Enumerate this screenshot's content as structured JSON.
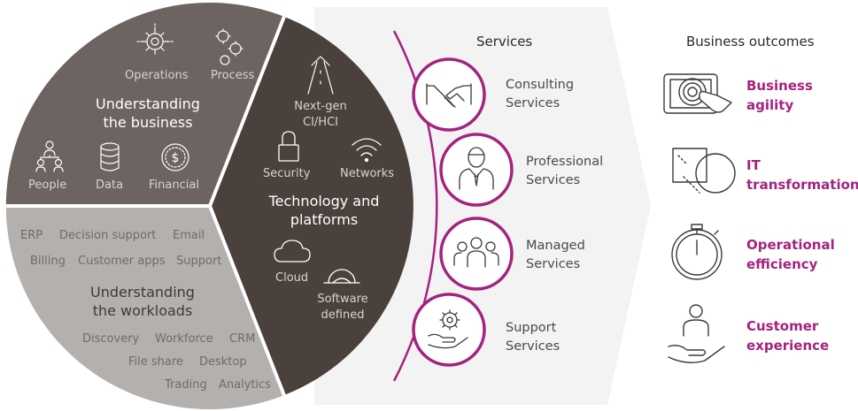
{
  "understanding_business": {
    "title_line1": "Understanding",
    "title_line2": "the business",
    "items": {
      "operations": "Operations",
      "process": "Process",
      "people": "People",
      "data": "Data",
      "financial": "Financial"
    }
  },
  "technology": {
    "title_line1": "Technology and",
    "title_line2": "platforms",
    "items": {
      "nextgen_line1": "Next-gen",
      "nextgen_line2": "CI/HCI",
      "security": "Security",
      "networks": "Networks",
      "cloud": "Cloud",
      "software_line1": "Software",
      "software_line2": "defined"
    }
  },
  "workloads": {
    "title_line1": "Understanding",
    "title_line2": "the workloads",
    "items": {
      "erp": "ERP",
      "decision_support": "Decision support",
      "email": "Email",
      "billing": "Billing",
      "customer_apps": "Customer apps",
      "support": "Support",
      "discovery": "Discovery",
      "workforce": "Workforce",
      "crm": "CRM",
      "file_share": "File share",
      "desktop": "Desktop",
      "trading": "Trading",
      "analytics": "Analytics"
    }
  },
  "services": {
    "heading": "Services",
    "items": [
      {
        "line1": "Consulting",
        "line2": "Services",
        "icon": "handshake-icon"
      },
      {
        "line1": "Professional",
        "line2": "Services",
        "icon": "professional-person-icon"
      },
      {
        "line1": "Managed",
        "line2": "Services",
        "icon": "team-icon"
      },
      {
        "line1": "Support",
        "line2": "Services",
        "icon": "gear-hand-icon"
      }
    ]
  },
  "outcomes": {
    "heading": "Business outcomes",
    "items": [
      {
        "line1": "Business",
        "line2": "agility",
        "icon": "tablet-touch-icon"
      },
      {
        "line1": "IT",
        "line2": "transformation",
        "icon": "transformation-shapes-icon"
      },
      {
        "line1": "Operational",
        "line2": "efficiency",
        "icon": "stopwatch-icon"
      },
      {
        "line1": "Customer",
        "line2": "experience",
        "icon": "person-hand-icon"
      }
    ]
  },
  "colors": {
    "dark_brown": "#6d6360",
    "darker_brown": "#4a403c",
    "light_gray": "#b3b0ae",
    "accent_magenta": "#a3237f",
    "arrow_bg": "#f4f3f3"
  }
}
